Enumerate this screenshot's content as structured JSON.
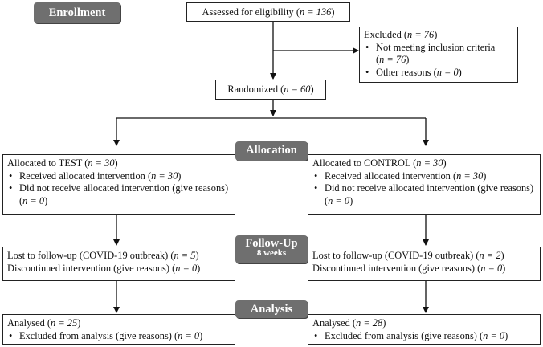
{
  "stages": {
    "enrollment": "Enrollment",
    "allocation": "Allocation",
    "followup": "Follow-Up",
    "followup_sub": "8 weeks",
    "analysis": "Analysis"
  },
  "eligibility": {
    "label": "Assessed for eligibility",
    "n": "n = 136"
  },
  "excluded": {
    "label": "Excluded",
    "n": "n = 76",
    "items": [
      {
        "label": "Not meeting inclusion criteria",
        "n": "n = 76"
      },
      {
        "label": "Other reasons",
        "n": "n = 0"
      }
    ]
  },
  "randomized": {
    "label": "Randomized",
    "n": "n = 60"
  },
  "alloc_test": {
    "label": "Allocated to TEST",
    "n": "n = 30",
    "items": [
      {
        "label": "Received allocated intervention",
        "n": "n = 30"
      },
      {
        "label": "Did not receive allocated intervention (give reasons)",
        "n": "n = 0"
      }
    ]
  },
  "alloc_control": {
    "label": "Allocated to CONTROL",
    "n": "n = 30",
    "items": [
      {
        "label": "Received allocated intervention",
        "n": "n = 30"
      },
      {
        "label": "Did not receive allocated intervention (give reasons)",
        "n": "n = 0"
      }
    ]
  },
  "follow_test": {
    "lost": "Lost to follow-up  (COVID-19 outbreak)",
    "lost_n": "n = 5",
    "disc": "Discontinued intervention (give reasons)",
    "disc_n": "n = 0"
  },
  "follow_control": {
    "lost": "Lost to follow-up  (COVID-19 outbreak)",
    "lost_n": "n = 2",
    "disc": "Discontinued intervention (give reasons)",
    "disc_n": "n = 0"
  },
  "analysis_test": {
    "label": "Analysed",
    "n": "n = 25",
    "item": "Excluded from analysis (give reasons)",
    "item_n": "n = 0"
  },
  "analysis_control": {
    "label": "Analysed",
    "n": "n = 28",
    "item": "Excluded from analysis (give reasons)",
    "item_n": "n = 0"
  }
}
